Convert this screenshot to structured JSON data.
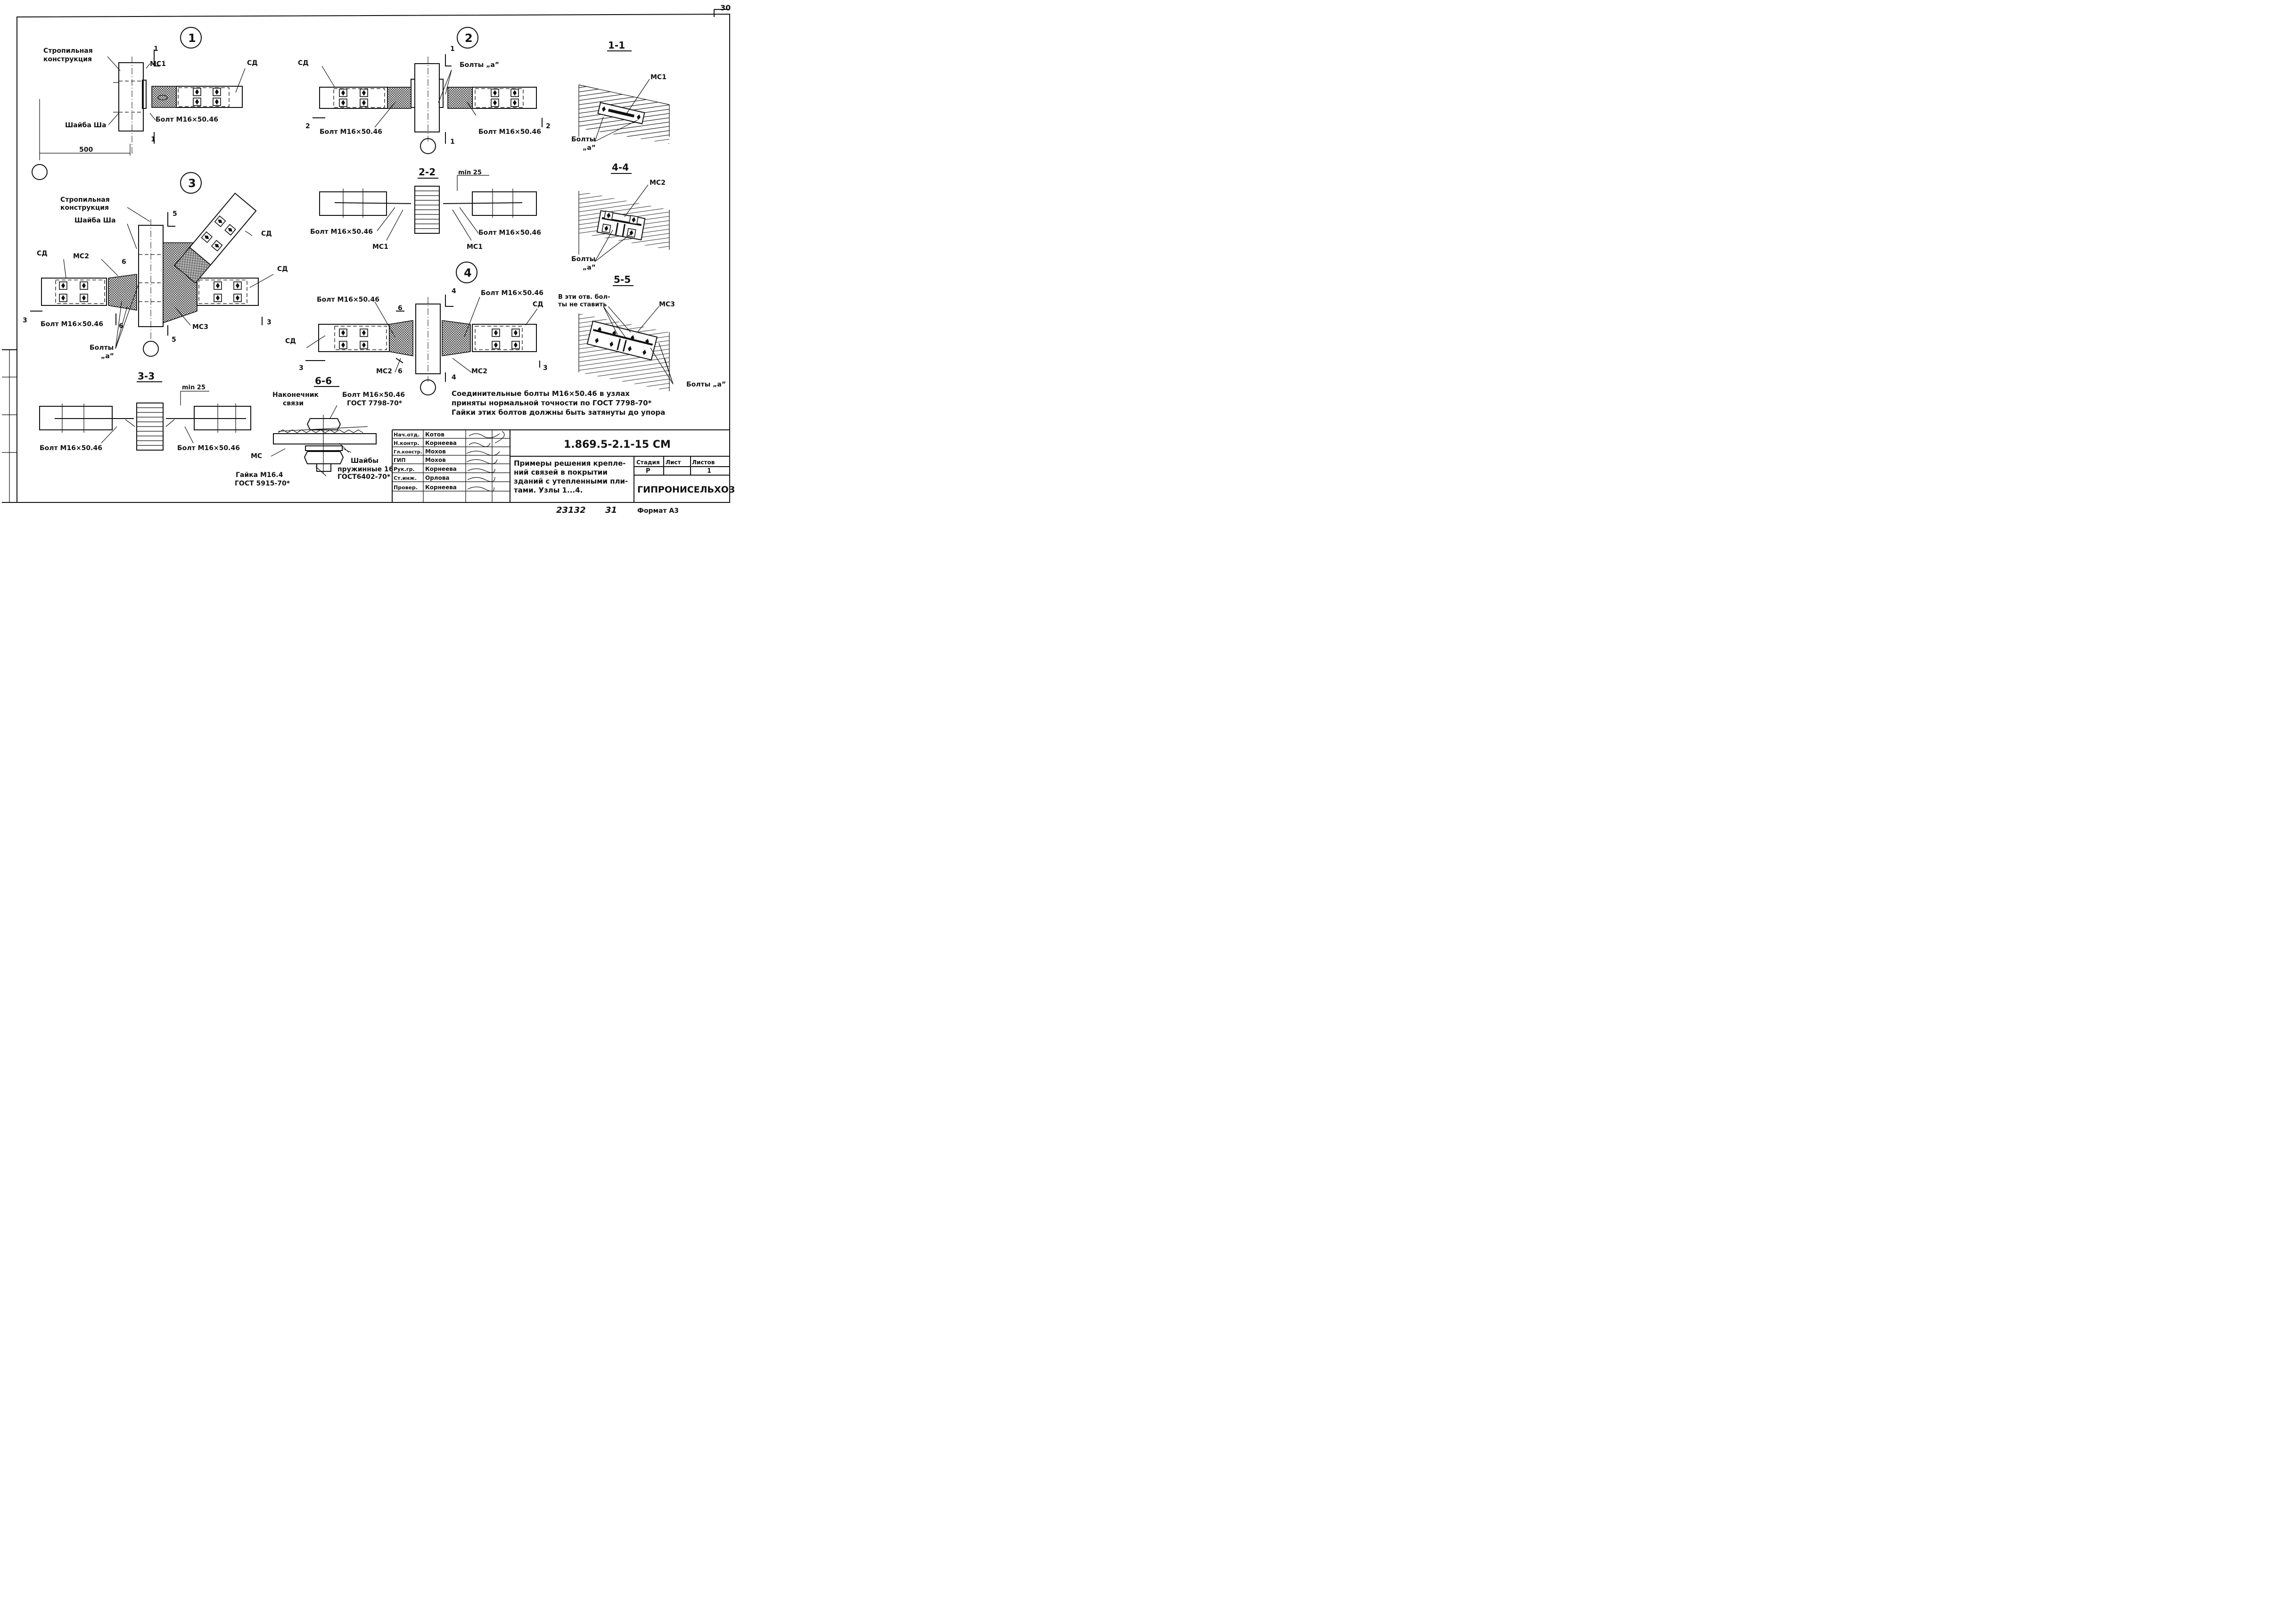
{
  "sheet_number": "30",
  "node_labels": [
    "1",
    "2",
    "3",
    "4"
  ],
  "section_titles": [
    "1-1",
    "2-2",
    "3-3",
    "4-4",
    "5-5",
    "6-6"
  ],
  "labels": {
    "stropilnaya": "Стропильная конструкция",
    "stropilnaya_line1": "Стропильная",
    "stropilnaya_line2": "конструкция",
    "mc1": "МС1",
    "mc2": "МС2",
    "mc3": "МС3",
    "mc": "МС",
    "sd": "СД",
    "shaiba": "Шайба Ша",
    "bolt": "Болт М16×50.46",
    "bolty_a": "Болты „а”",
    "bolty_line1": "Болты",
    "bolty_line2": "„а”",
    "dim_500": "500",
    "min25": "min 25",
    "v_eti_line1": "В эти отв. бол-",
    "v_eti_line2": "ты не ставить",
    "nakonechnik_line1": "Наконечник",
    "nakonechnik_line2": "связи",
    "bolt_gost_line1": "Болт М16×50.46",
    "bolt_gost_line2": "ГОСТ 7798-70*",
    "gaika_line1": "Гайка М16.4",
    "gaika_line2": "ГОСТ 5915-70*",
    "shaiby_line1": "Шайбы",
    "shaiby_line2": "пружинные 16",
    "shaiby_line3": "ГОСТ6402-70*",
    "sec_marks": [
      "1",
      "2",
      "3",
      "4",
      "5",
      "6"
    ]
  },
  "notes": [
    "Соединительные болты М16×50.46 в узлах",
    "приняты нормальной точности по ГОСТ 7798-70*",
    "Гайки этих болтов должны быть затянуты до упора"
  ],
  "title_block": {
    "code": "1.869.5-2.1-15 СМ",
    "title_lines": [
      "Примеры решения крепле-",
      "ний связей в покрытии",
      "зданий с утепленными пли-",
      "тами. Узлы 1...4."
    ],
    "stage_header": "Стадия",
    "sheet_header": "Лист",
    "sheets_header": "Листов",
    "stage": "Р",
    "sheet": "",
    "sheets": "1",
    "organization": "ГИПРОНИСЕЛЬХОЗ",
    "staff": [
      {
        "role": "Нач.отд.",
        "name": "Котов"
      },
      {
        "role": "Н.контр.",
        "name": "Корнеева"
      },
      {
        "role": "Гл.констр.",
        "name": "Мохов"
      },
      {
        "role": "ГИП",
        "name": "Мохов"
      },
      {
        "role": "Рук.гр.",
        "name": "Корнеева"
      },
      {
        "role": "Ст.инж.",
        "name": "Орлова"
      },
      {
        "role": "Провер.",
        "name": "Корнеева"
      }
    ]
  },
  "footer": {
    "inventory": "23132",
    "page": "31",
    "format": "Формат А3"
  }
}
